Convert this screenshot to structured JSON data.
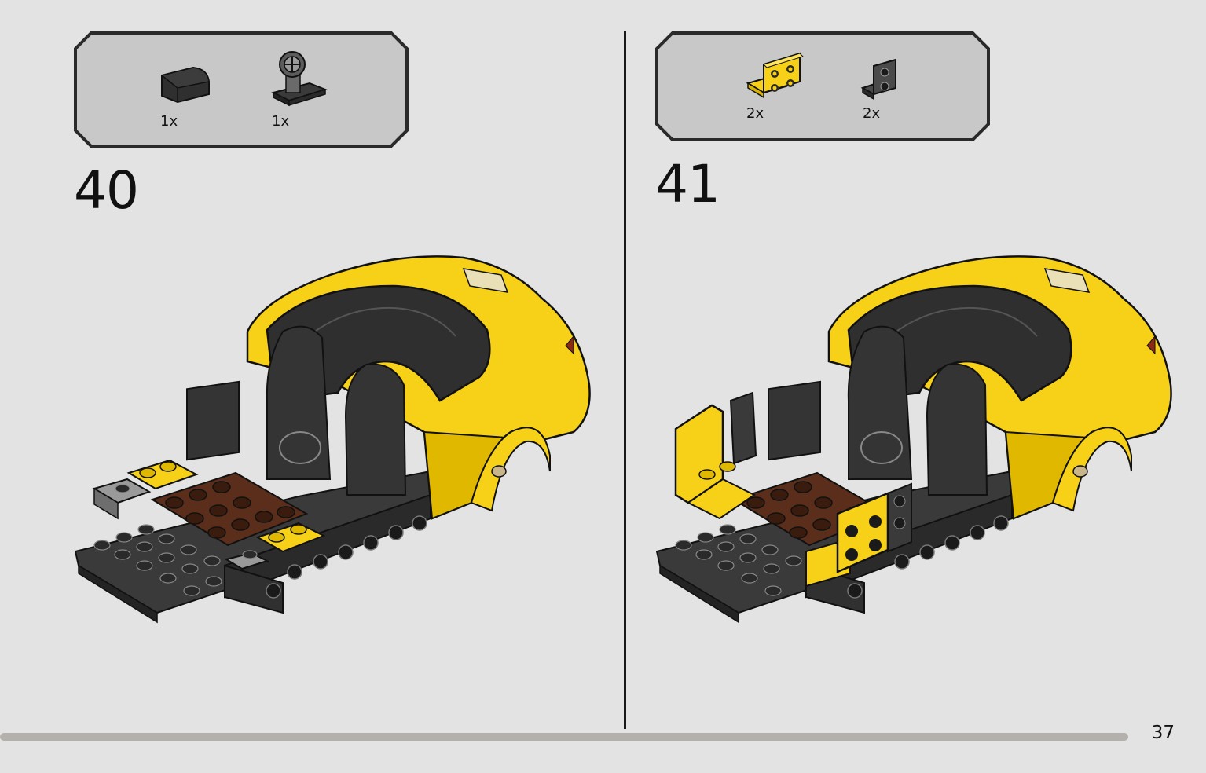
{
  "steps": [
    {
      "number": "40",
      "parts": [
        {
          "qty": "1x",
          "icon": "black-curved-slope-icon"
        },
        {
          "qty": "1x",
          "icon": "steering-wheel-bracket-icon"
        }
      ]
    },
    {
      "number": "41",
      "parts": [
        {
          "qty": "2x",
          "icon": "yellow-bracket-icon"
        },
        {
          "qty": "2x",
          "icon": "dark-grey-bracket-icon"
        }
      ]
    }
  ],
  "page_number": "37",
  "progress": 0.935,
  "colors": {
    "background": "#e3e3e3",
    "yellow": "#f7d117",
    "black": "#2b2b2b",
    "brown": "#5a2e1a",
    "grey": "#9a9a9a"
  }
}
